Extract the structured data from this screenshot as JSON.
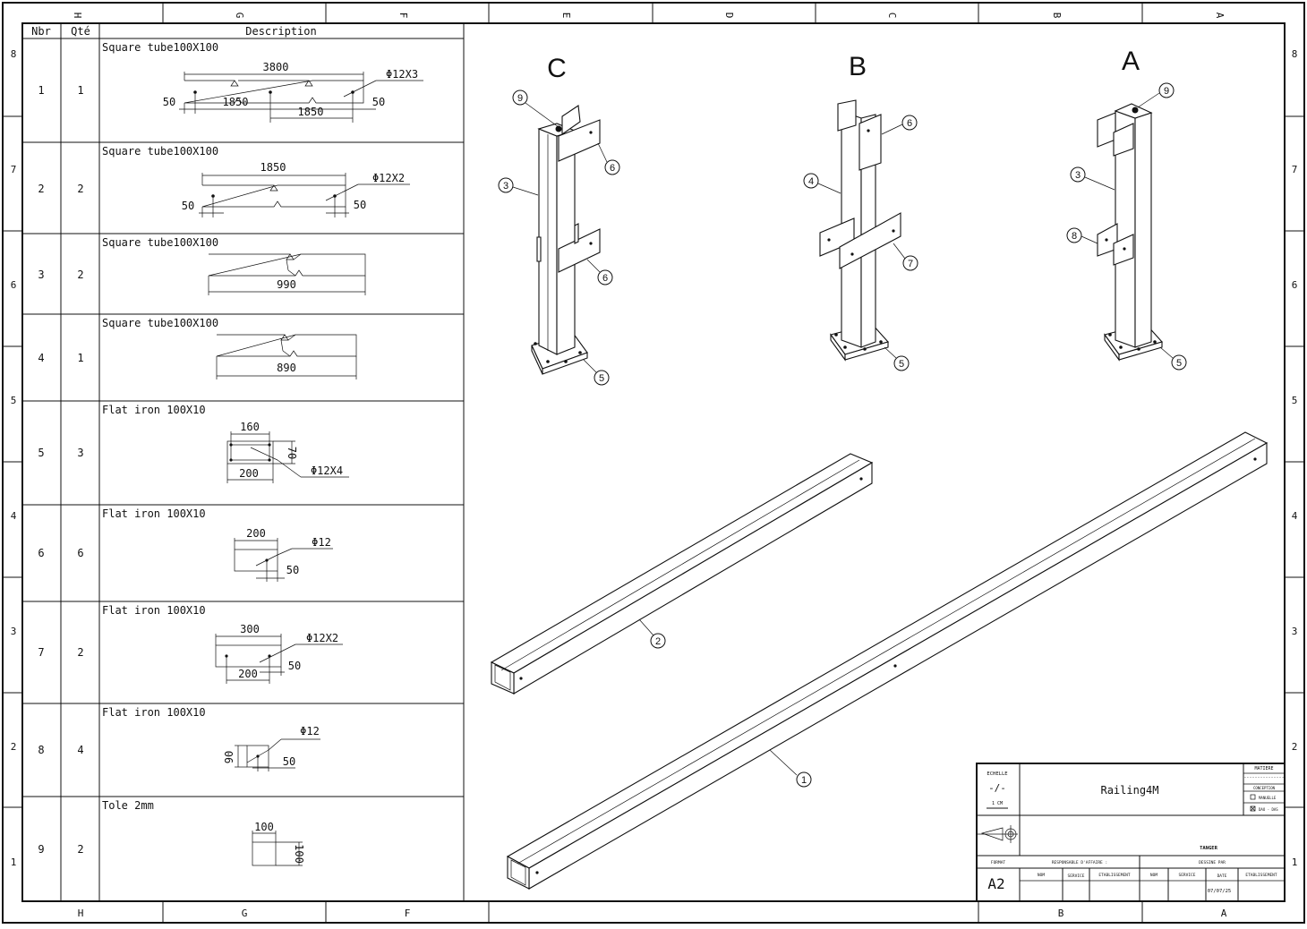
{
  "frame": {
    "top_cols": [
      "H",
      "G",
      "F",
      "E",
      "D",
      "C",
      "B",
      "A"
    ],
    "bottom_cols": [
      "H",
      "G",
      "F",
      "B",
      "A"
    ],
    "rows": [
      "8",
      "7",
      "6",
      "5",
      "4",
      "3",
      "2",
      "1"
    ]
  },
  "bom": {
    "headers": {
      "nbr": "Nbr",
      "qty": "Qté",
      "desc": "Description"
    },
    "rows": [
      {
        "nbr": "1",
        "qty": "1",
        "desc": "Square tube100X100",
        "dims": [
          "3800",
          "Φ12X3",
          "50",
          "1850",
          "1850",
          "50"
        ]
      },
      {
        "nbr": "2",
        "qty": "2",
        "desc": "Square tube100X100",
        "dims": [
          "1850",
          "Φ12X2",
          "50",
          "50"
        ]
      },
      {
        "nbr": "3",
        "qty": "2",
        "desc": "Square tube100X100",
        "dims": [
          "990"
        ]
      },
      {
        "nbr": "4",
        "qty": "1",
        "desc": "Square tube100X100",
        "dims": [
          "890"
        ]
      },
      {
        "nbr": "5",
        "qty": "3",
        "desc": "Flat iron 100X10",
        "dims": [
          "160",
          "70",
          "200",
          "Φ12X4"
        ]
      },
      {
        "nbr": "6",
        "qty": "6",
        "desc": "Flat iron 100X10",
        "dims": [
          "200",
          "Φ12",
          "50"
        ]
      },
      {
        "nbr": "7",
        "qty": "2",
        "desc": "Flat iron 100X10",
        "dims": [
          "300",
          "Φ12X2",
          "200",
          "50"
        ]
      },
      {
        "nbr": "8",
        "qty": "4",
        "desc": "Flat iron 100X10",
        "dims": [
          "Φ12",
          "90",
          "50"
        ]
      },
      {
        "nbr": "9",
        "qty": "2",
        "desc": "Tole 2mm",
        "dims": [
          "100",
          "100"
        ]
      }
    ]
  },
  "views": {
    "post_c": {
      "label": "C",
      "balloons": [
        "9",
        "6",
        "3",
        "6",
        "5"
      ]
    },
    "post_b": {
      "label": "B",
      "balloons": [
        "6",
        "4",
        "7",
        "5"
      ]
    },
    "post_a": {
      "label": "A",
      "balloons": [
        "9",
        "3",
        "8",
        "5"
      ]
    },
    "rails": {
      "balloons": [
        "2",
        "1"
      ]
    }
  },
  "title_block": {
    "echelle_label": "ECHELLE",
    "echelle_value": "-/-",
    "echelle_unit": "1 CM",
    "title": "Railing4M",
    "matiere_label": "MATIERE",
    "matiere_value": "---------------",
    "conception_label": "CONCEPTION",
    "conception_manual": "MANUELLE",
    "conception_cad": "DAO - DAS",
    "company": "TANGER",
    "format_label": "FORMAT",
    "format_value": "A2",
    "responsable_label": "RESPONSABLE D'AFFAIRE :",
    "dessine_label": "DESSINE PAR",
    "nom_label": "NOM",
    "service_label": "SERVICE",
    "etab_label": "ETABLISSEMENT",
    "date_label": "DATE",
    "date_value": "07/07/25"
  }
}
